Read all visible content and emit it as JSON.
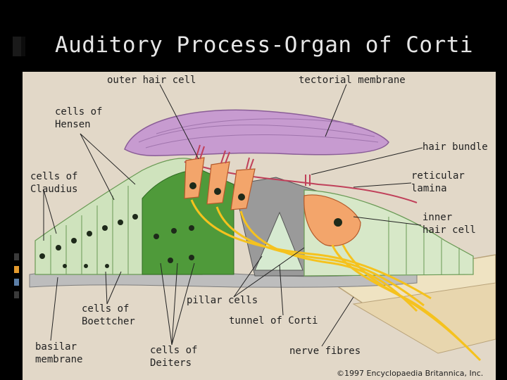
{
  "slide": {
    "title": "Auditory Process-Organ of Corti"
  },
  "diagram": {
    "labels": {
      "outer_hair_cell": "outer hair cell",
      "tectorial_membrane": "tectorial membrane",
      "cells_of_hensen": [
        "cells of",
        "Hensen"
      ],
      "hair_bundle": "hair bundle",
      "cells_of_claudius": [
        "cells of",
        "Claudius"
      ],
      "reticular_lamina": [
        "reticular",
        "lamina"
      ],
      "inner_hair_cell": [
        "inner",
        "hair cell"
      ],
      "pillar_cells": "pillar cells",
      "cells_of_boettcher": [
        "cells of",
        "Boettcher"
      ],
      "tunnel_of_corti": "tunnel of Corti",
      "basilar_membrane": [
        "basilar",
        "membrane"
      ],
      "cells_of_deiters": [
        "cells of",
        "Deiters"
      ],
      "nerve_fibres": "nerve fibres"
    },
    "credit": "©1997 Encyclopaedia Britannica, Inc.",
    "colors": {
      "background": "#e2d8c8",
      "tectorial": "#c79bd0",
      "support_cells": "#cfe3bd",
      "dark_cells": "#4f9a3a",
      "hair_cells": "#f3a56b",
      "nerves": "#f5c21e",
      "bone": "#efe3c2"
    }
  }
}
